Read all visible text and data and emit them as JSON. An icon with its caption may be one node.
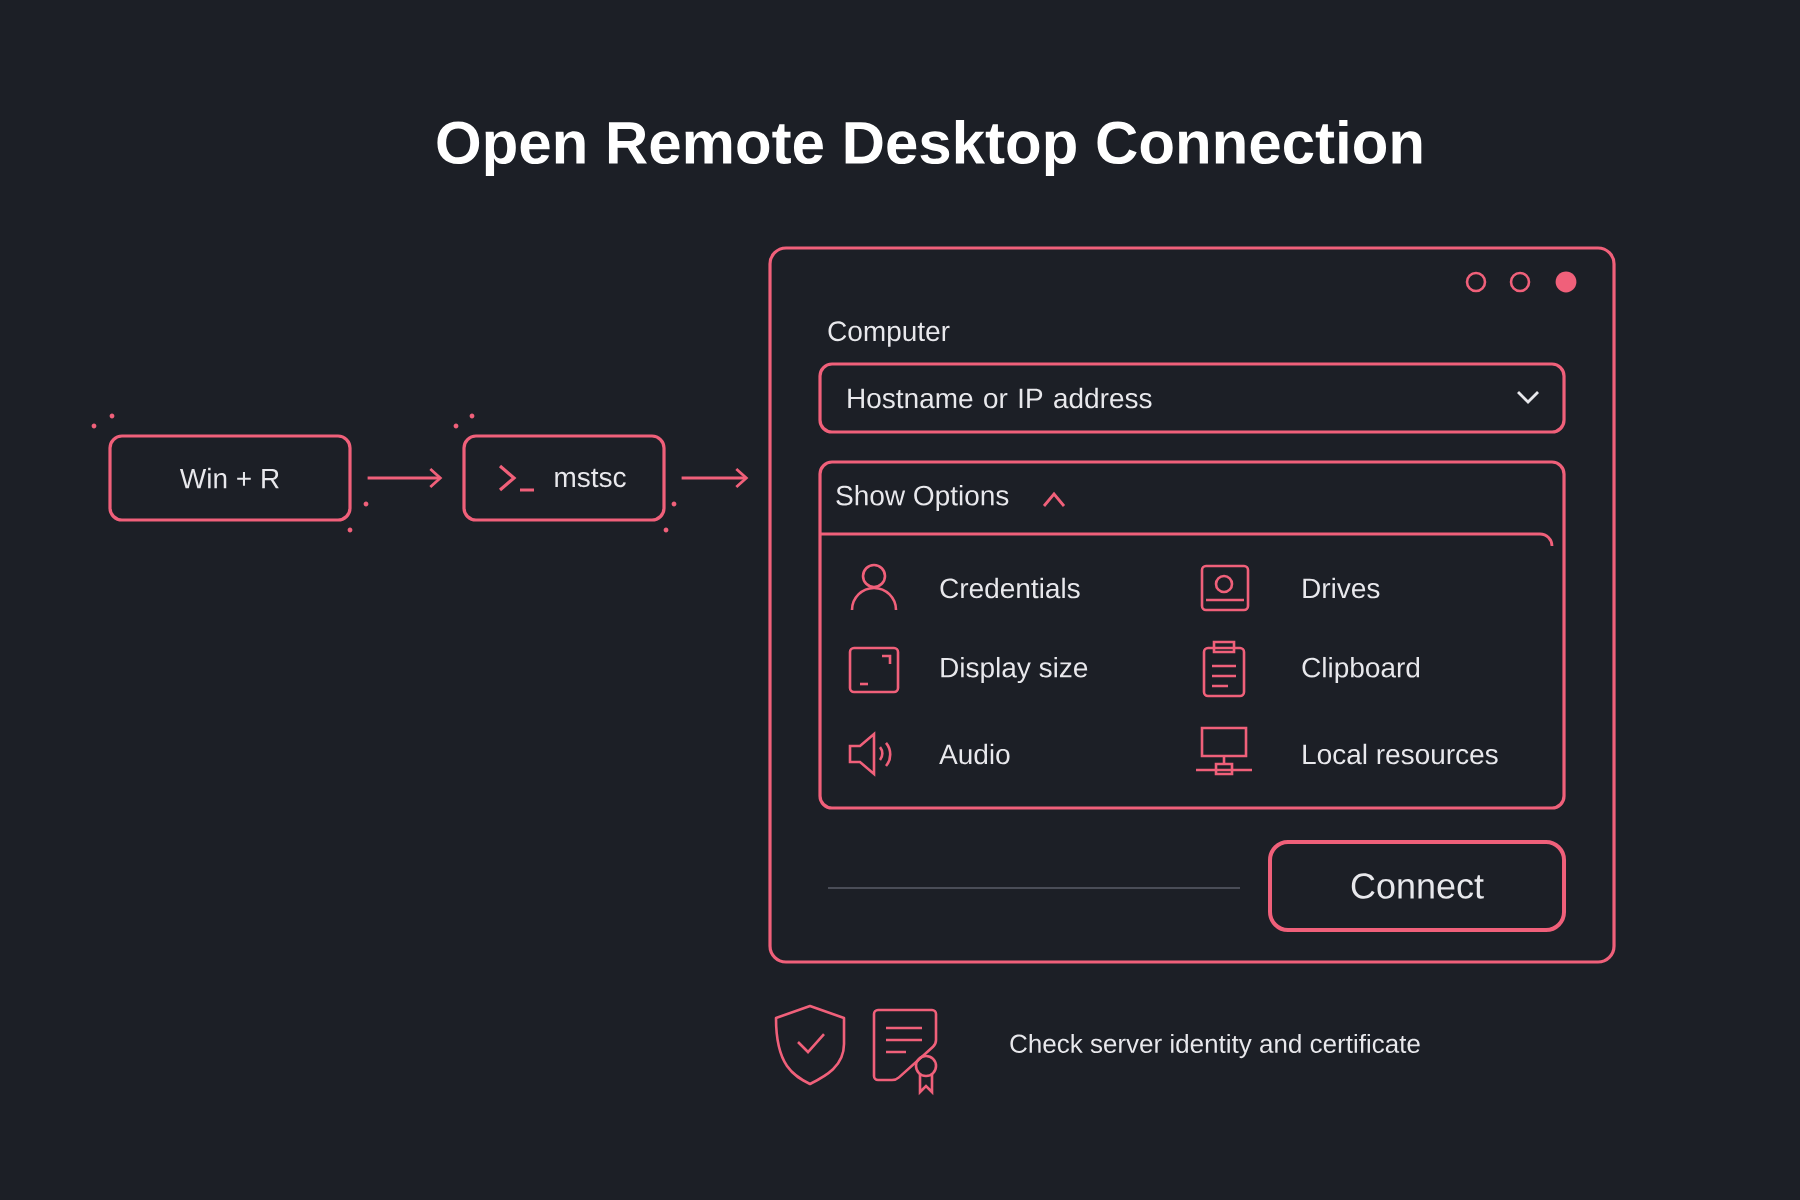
{
  "diagram": {
    "title": "Open Remote Desktop Connection",
    "nodes": [
      {
        "text": [
          "Win + R"
        ]
      },
      {
        "text": [
          "mstsc"
        ]
      },
      {
        "text": [
          "Computer"
        ]
      },
      {
        "text": [
          "Hostname or IP address"
        ],
        "in": 2
      },
      {
        "text": [
          "Show Options"
        ],
        "in": 2
      },
      {
        "text": [
          "Connect"
        ],
        "in": 2
      }
    ],
    "edges": [
      {
        "from": 0,
        "to": 1,
        "arrow": "to"
      },
      {
        "from": 1,
        "to": 2,
        "arrow": "to"
      }
    ],
    "labels": [
      "Credentials",
      "Drives",
      "Display size",
      "Clipboard",
      "Audio",
      "Local resources",
      "Check server identity and certificate"
    ]
  }
}
